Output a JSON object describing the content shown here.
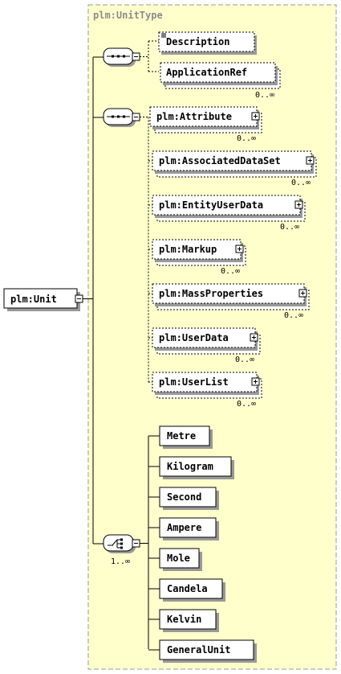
{
  "root": {
    "label": "plm:Unit"
  },
  "complex_type": {
    "label": "plm:UnitType"
  },
  "group1": {
    "description": {
      "label": "Description"
    },
    "application_ref": {
      "label": "ApplicationRef",
      "occurrence": "0..∞"
    }
  },
  "group2": {
    "elements": [
      {
        "label": "plm:Attribute",
        "occurrence": "0..∞"
      },
      {
        "label": "plm:AssociatedDataSet",
        "occurrence": "0..∞"
      },
      {
        "label": "plm:EntityUserData",
        "occurrence": "0..∞"
      },
      {
        "label": "plm:Markup",
        "occurrence": "0..∞"
      },
      {
        "label": "plm:MassProperties",
        "occurrence": "0..∞"
      },
      {
        "label": "plm:UserData",
        "occurrence": "0..∞"
      },
      {
        "label": "plm:UserList",
        "occurrence": "0..∞"
      }
    ]
  },
  "choice": {
    "occurrence": "1..∞",
    "options": [
      "Metre",
      "Kilogram",
      "Second",
      "Ampere",
      "Mole",
      "Candela",
      "Kelvin",
      "GeneralUnit"
    ]
  },
  "colors": {
    "container_fill": "#ffffcc",
    "container_border": "#999999",
    "box_fill": "#ffffff",
    "shadow": "#999999",
    "type_label": "#8c8c8c",
    "line": "#000000"
  }
}
